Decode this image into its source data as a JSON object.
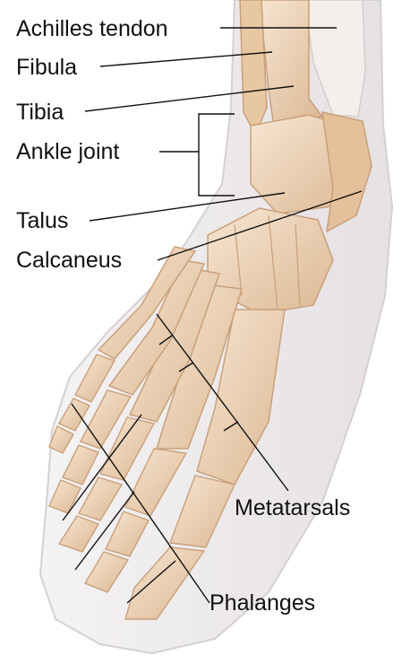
{
  "labels": {
    "achilles": "Achilles tendon",
    "fibula": "Fibula",
    "tibia": "Tibia",
    "ankle": "Ankle joint",
    "talus": "Talus",
    "calcaneus": "Calcaneus",
    "metatarsals": "Metatarsals",
    "phalanges": "Phalanges"
  },
  "colors": {
    "bone": "#f2dcc2",
    "bone_shade": "#dcb894",
    "bone_edge": "#c9a07a",
    "skin": "#ece9ea",
    "skin_edge": "#cfc8cb",
    "tendon": "#f4efec",
    "leader": "#111111"
  }
}
